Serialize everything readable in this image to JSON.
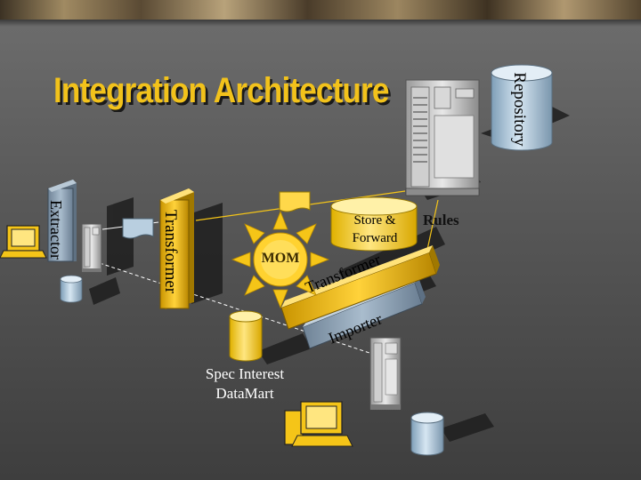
{
  "slide": {
    "title": "Integration Architecture",
    "labels": {
      "extractor": "Extractor",
      "transformer_vertical": "Transformer",
      "repository": "Repository",
      "store_forward": "Store & Forward",
      "rules": "Rules",
      "mom": "MOM",
      "transformer_diagonal": "Transformer",
      "importer": "Importer",
      "datamart": "Spec Interest DataMart"
    }
  },
  "colors": {
    "title": "#f2c21b",
    "background": "#5c5c5c",
    "gold_box": "#e8b400",
    "slate_box": "#8a9db0",
    "cylinder": "#ffe066",
    "connector": "#f5c518"
  },
  "icons": [
    "computer-icon",
    "server-icon",
    "database-icon",
    "document-icon",
    "sun-icon"
  ]
}
